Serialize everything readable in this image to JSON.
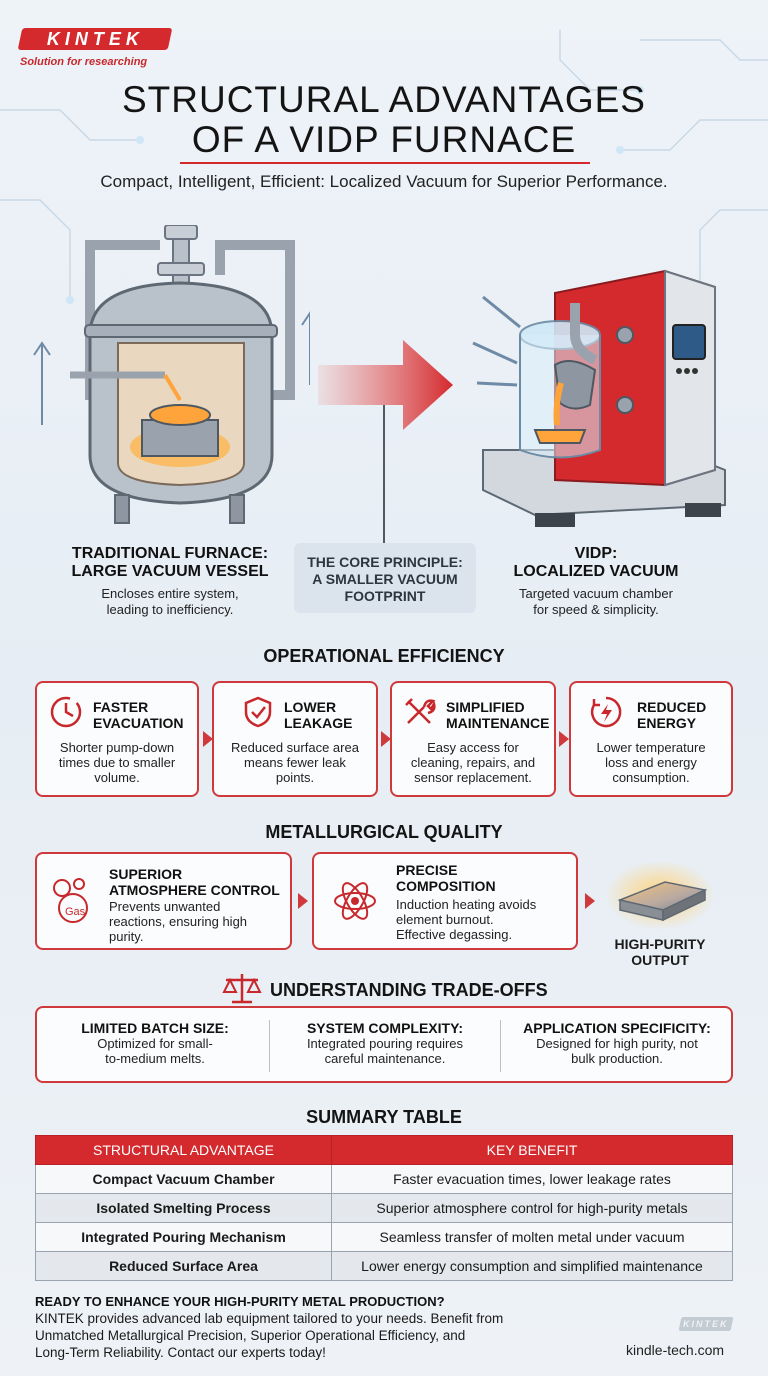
{
  "brand": {
    "logo_text": "KINTEK",
    "tagline": "Solution for researching"
  },
  "header": {
    "title_line1": "STRUCTURAL ADVANTAGES",
    "title_line2": "OF A VIDP FURNACE",
    "subtitle": "Compact, Intelligent, Efficient: Localized Vacuum for Superior Performance."
  },
  "illustration": {
    "traditional": {
      "heading_line1": "TRADITIONAL FURNACE:",
      "heading_line2": "LARGE VACUUM VESSEL",
      "text_line1": "Encloses entire system,",
      "text_line2": "leading to inefficiency."
    },
    "core": {
      "line1": "THE CORE PRINCIPLE:",
      "line2": "A SMALLER VACUUM",
      "line3": "FOOTPRINT"
    },
    "vidp": {
      "heading_line1": "VIDP:",
      "heading_line2": "LOCALIZED VACUUM",
      "text_line1": "Targeted vacuum chamber",
      "text_line2": "for speed & simplicity."
    }
  },
  "operational": {
    "heading": "OPERATIONAL EFFICIENCY",
    "cards": [
      {
        "icon": "clock-icon",
        "title_line1": "FASTER",
        "title_line2": "EVACUATION",
        "text_line1": "Shorter pump-down",
        "text_line2": "times due to smaller",
        "text_line3": "volume."
      },
      {
        "icon": "shield-icon",
        "title_line1": "LOWER",
        "title_line2": "LEAKAGE",
        "text_line1": "Reduced surface area",
        "text_line2": "means fewer leak",
        "text_line3": "points."
      },
      {
        "icon": "tools-icon",
        "title_line1": "SIMPLIFIED",
        "title_line2": "MAINTENANCE",
        "text_line1": "Easy access for",
        "text_line2": "cleaning, repairs, and",
        "text_line3": "sensor replacement."
      },
      {
        "icon": "energy-icon",
        "title_line1": "REDUCED",
        "title_line2": "ENERGY",
        "text_line1": "Lower temperature",
        "text_line2": "loss and energy",
        "text_line3": "consumption."
      }
    ]
  },
  "metallurgical": {
    "heading": "METALLURGICAL QUALITY",
    "card1": {
      "icon_label": "Gas",
      "title_line1": "SUPERIOR",
      "title_line2": "ATMOSPHERE CONTROL",
      "text_line1": "Prevents unwanted",
      "text_line2": "reactions, ensuring high",
      "text_line3": "purity."
    },
    "card2": {
      "title_line1": "PRECISE",
      "title_line2": "COMPOSITION",
      "text_line1": "Induction heating avoids",
      "text_line2": "element burnout.",
      "text_line3": "Effective degassing."
    },
    "output_line1": "HIGH-PURITY",
    "output_line2": "OUTPUT"
  },
  "tradeoffs": {
    "heading": "UNDERSTANDING TRADE-OFFS",
    "items": [
      {
        "title": "LIMITED BATCH SIZE:",
        "line1": "Optimized for small-",
        "line2": "to-medium melts."
      },
      {
        "title": "SYSTEM COMPLEXITY:",
        "line1": "Integrated pouring requires",
        "line2": "careful maintenance."
      },
      {
        "title": "APPLICATION SPECIFICITY:",
        "line1": "Designed for high purity, not",
        "line2": "bulk production."
      }
    ]
  },
  "summary": {
    "heading": "SUMMARY TABLE",
    "col1": "STRUCTURAL ADVANTAGE",
    "col2": "KEY BENEFIT",
    "rows": [
      {
        "advantage": "Compact Vacuum Chamber",
        "benefit": "Faster evacuation times, lower leakage rates"
      },
      {
        "advantage": "Isolated Smelting Process",
        "benefit": "Superior atmosphere control for high-purity metals"
      },
      {
        "advantage": "Integrated Pouring Mechanism",
        "benefit": "Seamless transfer of molten metal under vacuum"
      },
      {
        "advantage": "Reduced Surface Area",
        "benefit": "Lower energy consumption and simplified maintenance"
      }
    ]
  },
  "cta": {
    "heading": "READY TO ENHANCE YOUR HIGH-PURITY METAL PRODUCTION?",
    "line1": "KINTEK provides advanced lab equipment tailored to your needs. Benefit from",
    "line2": "Unmatched Metallurgical Precision, Superior Operational Efficiency, and",
    "line3": "Long-Term Reliability. Contact our experts today!"
  },
  "footer": {
    "url": "kindle-tech.com",
    "watermark": "KINTEK"
  },
  "colors": {
    "accent": "#d42a2e",
    "background": "#e9eff5"
  }
}
